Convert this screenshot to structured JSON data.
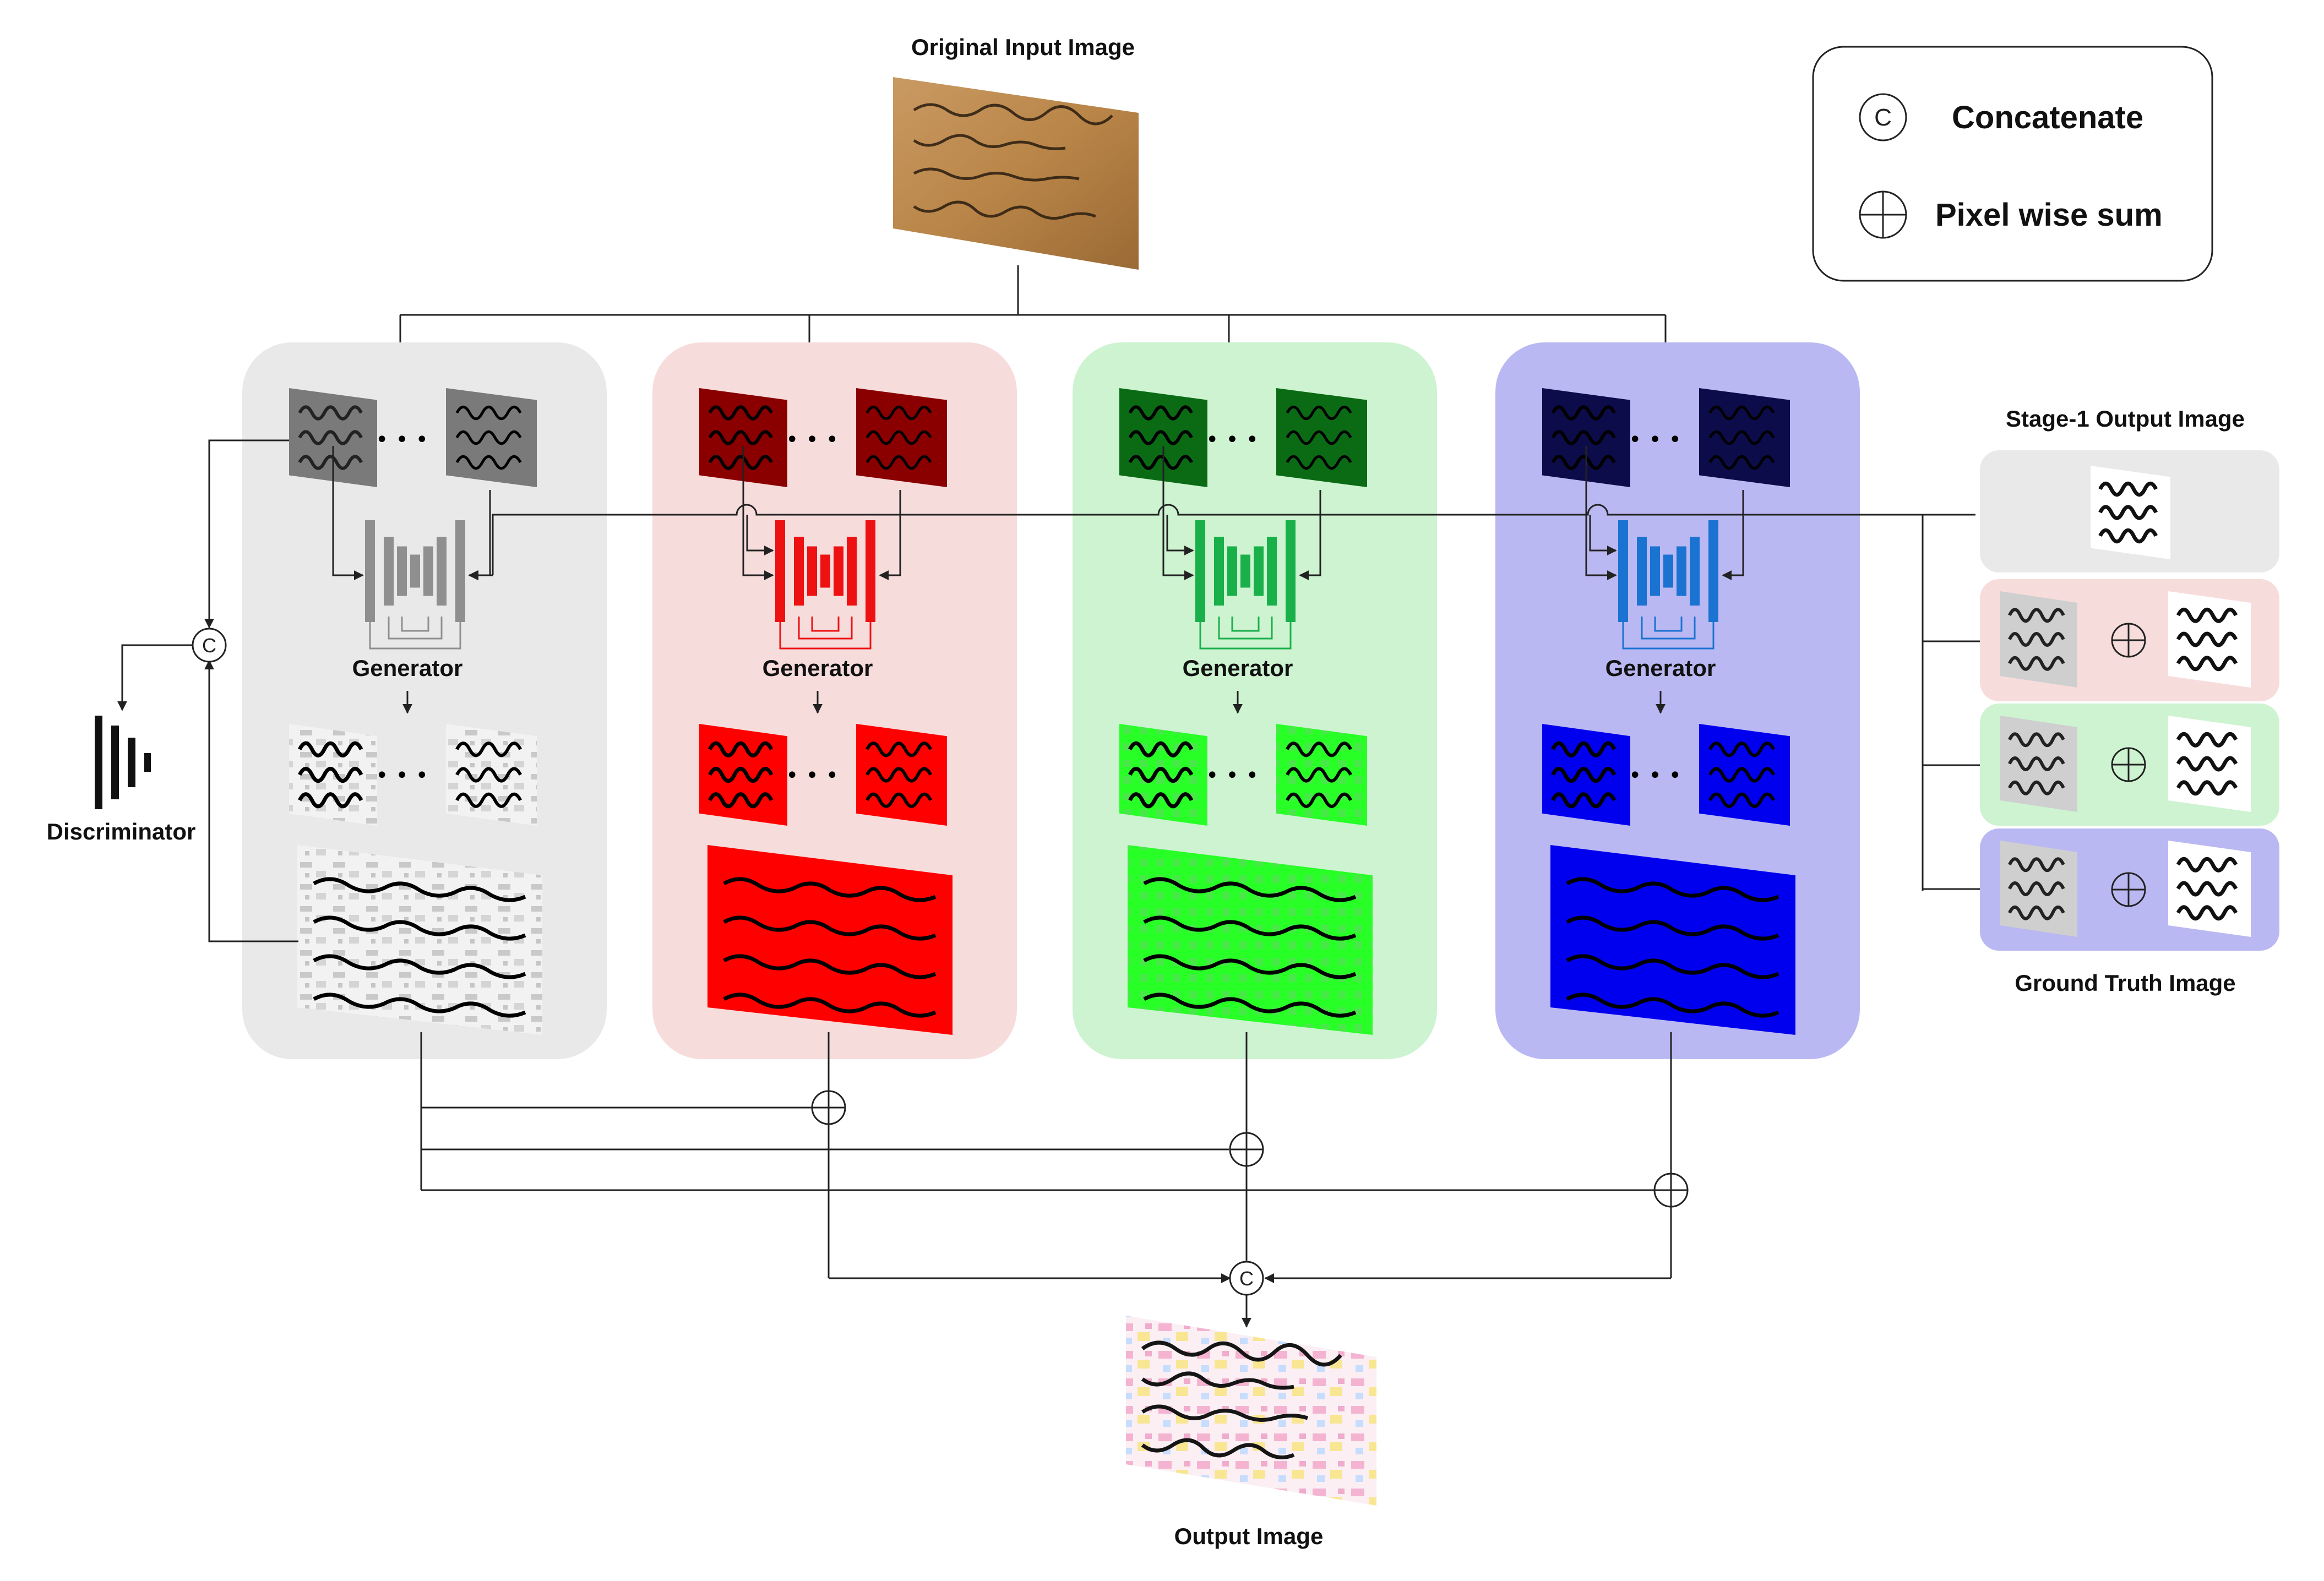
{
  "title_input": "Original Input Image",
  "legend": {
    "concat_symbol": "C",
    "concat_label": "Concatenate",
    "sum_label": "Pixel wise sum"
  },
  "stage1_label": "Stage-1 Output Image",
  "ground_truth_label": "Ground Truth Image",
  "discriminator_label": "Discriminator",
  "output_label": "Output Image",
  "concat_symbol": "C",
  "dots": "• • •",
  "columns": [
    {
      "id": "gray",
      "generator_label": "Generator",
      "panel_color": "#e9e9e9",
      "unet_color": "#8f8f8f",
      "patch_color": "#7a7a7a",
      "out_color": "#ffffff"
    },
    {
      "id": "red",
      "generator_label": "Generator",
      "panel_color": "#f7dcdc",
      "unet_color": "#ee1111",
      "patch_color": "#8a0000",
      "out_color": "#ff0000"
    },
    {
      "id": "green",
      "generator_label": "Generator",
      "panel_color": "#cdf3d1",
      "unet_color": "#19b04a",
      "patch_color": "#0b6b15",
      "out_color": "#22ff22"
    },
    {
      "id": "blue",
      "generator_label": "Generator",
      "panel_color": "#bab8f2",
      "unet_color": "#1a73d1",
      "patch_color": "#0c0c4a",
      "out_color": "#0000ee"
    }
  ],
  "gt_rows": [
    {
      "id": "gray",
      "row_color": "#e9e9e9"
    },
    {
      "id": "red",
      "row_color": "#f7dcdc"
    },
    {
      "id": "green",
      "row_color": "#cdf3d1"
    },
    {
      "id": "blue",
      "row_color": "#bab8f2"
    }
  ]
}
